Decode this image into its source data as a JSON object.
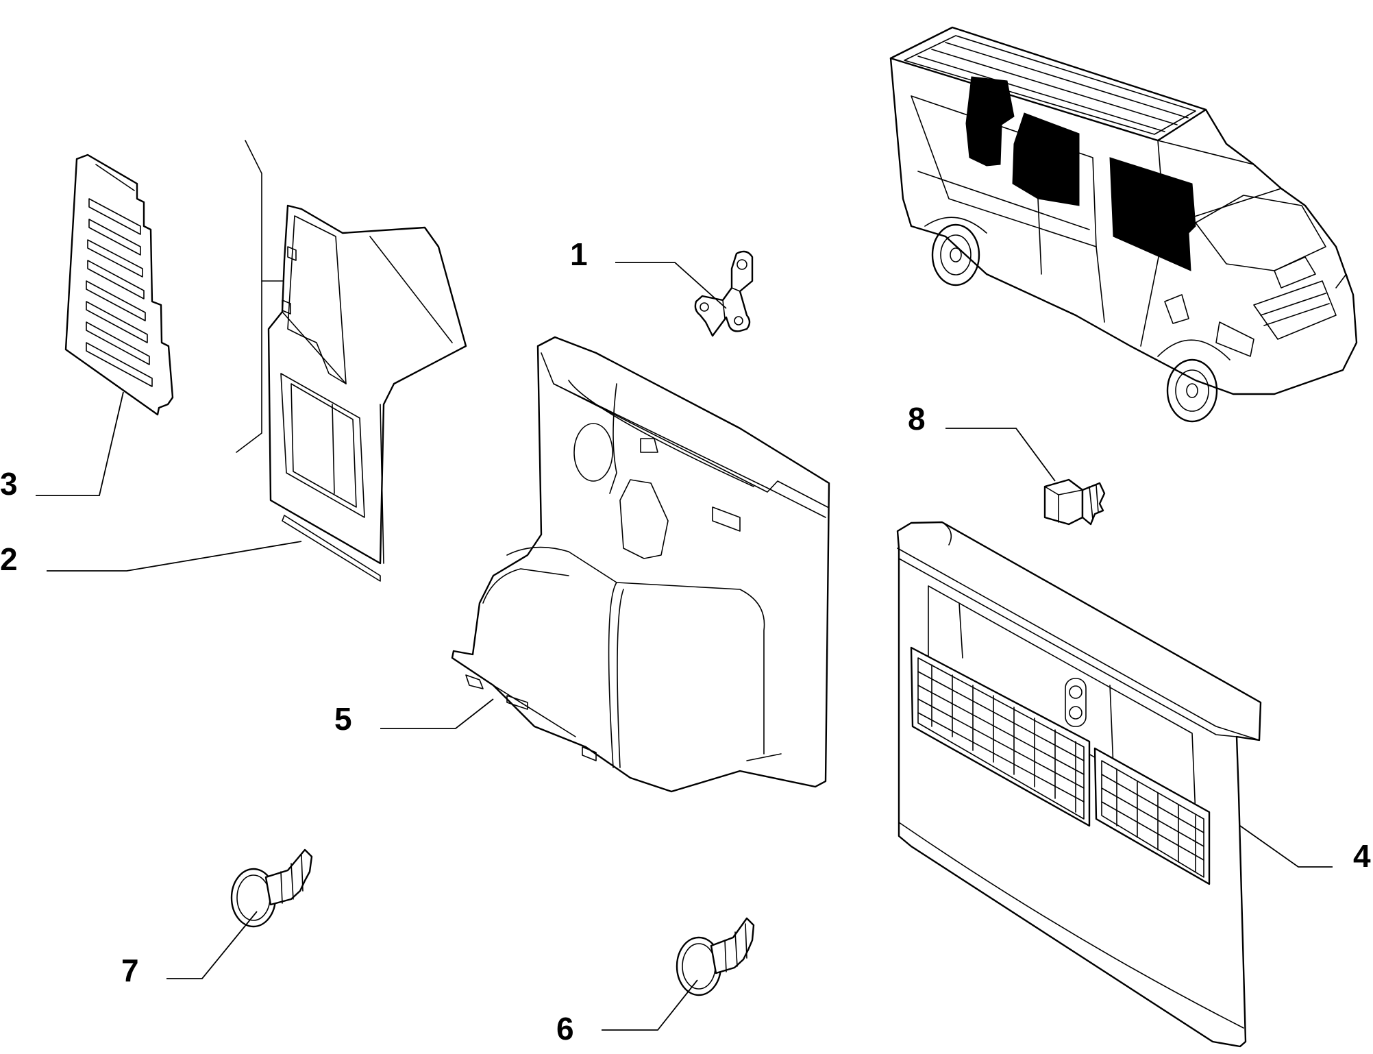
{
  "callouts": [
    {
      "id": "1",
      "label": "1"
    },
    {
      "id": "2",
      "label": "2"
    },
    {
      "id": "3",
      "label": "3"
    },
    {
      "id": "4",
      "label": "4"
    },
    {
      "id": "5",
      "label": "5"
    },
    {
      "id": "6",
      "label": "6"
    },
    {
      "id": "7",
      "label": "7"
    },
    {
      "id": "8",
      "label": "8"
    }
  ],
  "parts": {
    "p1": "bracket-icon",
    "p2": "pillar-trim-panel-icon",
    "p3": "vent-grille-panel-icon",
    "p4": "door-trim-panel-with-nets-icon",
    "p5": "wheel-arch-trim-panel-icon",
    "p6": "push-clip-fastener-icon",
    "p7": "push-clip-fastener-icon",
    "p8": "fastener-screw-icon",
    "van": "van-locator-icon"
  }
}
